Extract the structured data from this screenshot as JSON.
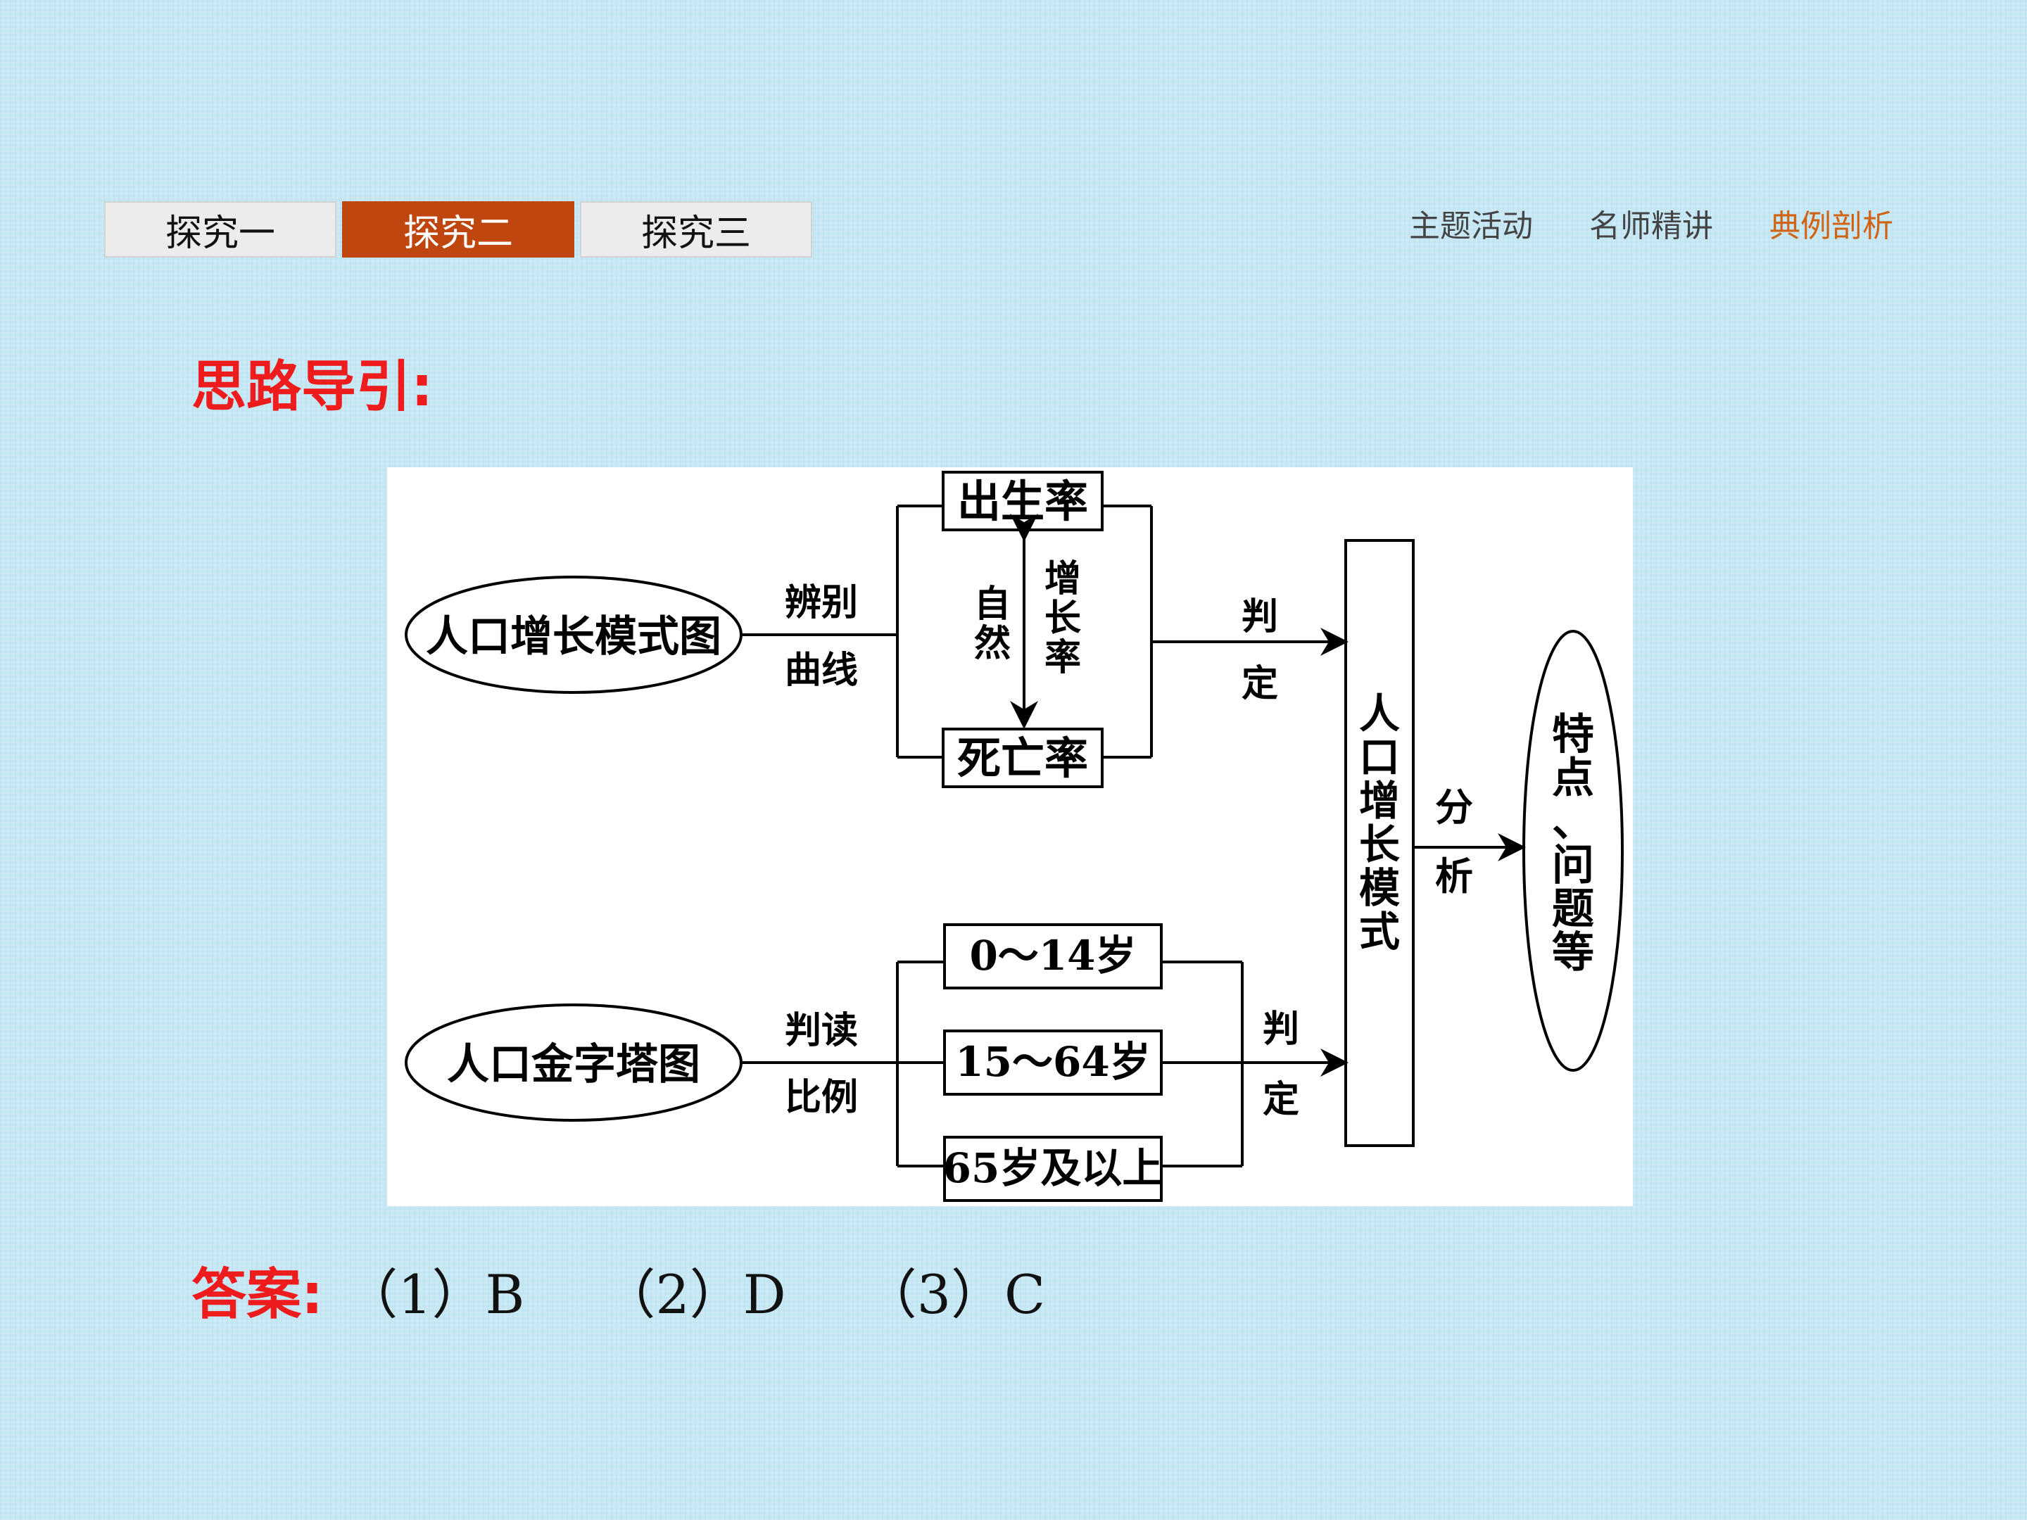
{
  "tabs": [
    {
      "label": "探究一",
      "active": false
    },
    {
      "label": "探究二",
      "active": true
    },
    {
      "label": "探究三",
      "active": false
    }
  ],
  "nav": [
    {
      "label": "主题活动",
      "active": false
    },
    {
      "label": "名师精讲",
      "active": false
    },
    {
      "label": "典例剖析",
      "active": true
    }
  ],
  "guide_title": "思路导引:",
  "diagram": {
    "oval_growth": "人口增长模式图",
    "oval_pyramid": "人口金字塔图",
    "birth_rate": "出生率",
    "death_rate": "死亡率",
    "natural_1": "自",
    "natural_2": "然",
    "growth_1": "增",
    "growth_2": "长",
    "growth_3": "率",
    "identify_1": "辨别",
    "identify_2": "曲线",
    "read_1": "判读",
    "read_2": "比例",
    "judge_top_1": "判",
    "judge_top_2": "定",
    "judge_bottom_1": "判",
    "judge_bottom_2": "定",
    "age_1": "0～14岁",
    "age_2": "15～64岁",
    "age_3": "65岁及以上",
    "model_chars": [
      "人",
      "口",
      "增",
      "长",
      "模",
      "式"
    ],
    "analyze_1": "分",
    "analyze_2": "析",
    "result_chars": [
      "特",
      "点",
      "、",
      "问",
      "题",
      "等"
    ]
  },
  "answer": {
    "label": "答案:",
    "items": [
      "（1）B",
      "（2）D",
      "（3）C"
    ]
  }
}
